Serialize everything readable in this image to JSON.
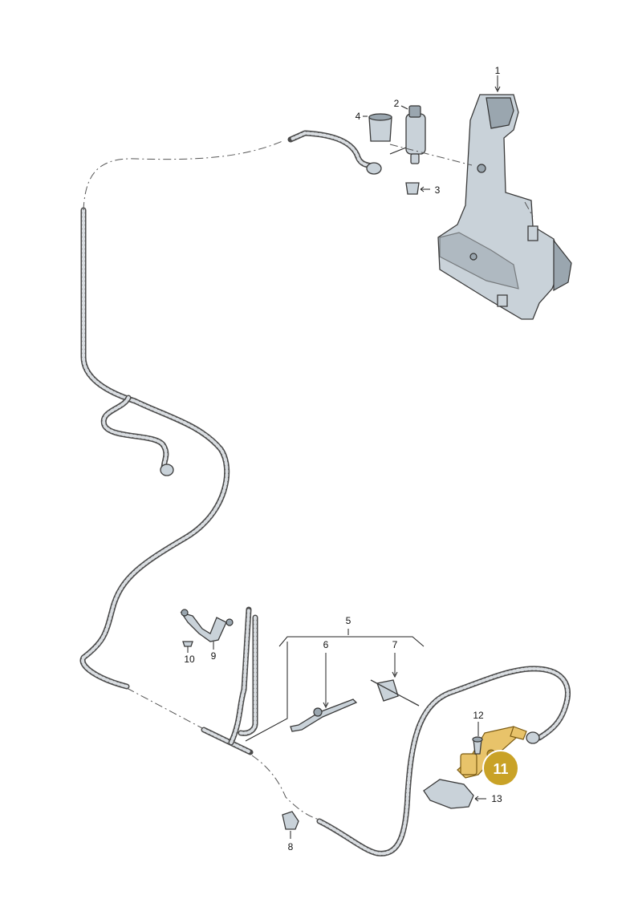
{
  "diagram": {
    "callouts": [
      {
        "id": "c1",
        "label": "1"
      },
      {
        "id": "c2",
        "label": "2"
      },
      {
        "id": "c3",
        "label": "3"
      },
      {
        "id": "c4",
        "label": "4"
      },
      {
        "id": "c5",
        "label": "5"
      },
      {
        "id": "c6",
        "label": "6"
      },
      {
        "id": "c7",
        "label": "7"
      },
      {
        "id": "c8",
        "label": "8"
      },
      {
        "id": "c9",
        "label": "9"
      },
      {
        "id": "c10",
        "label": "10"
      },
      {
        "id": "c12",
        "label": "12"
      },
      {
        "id": "c13",
        "label": "13"
      }
    ],
    "highlight": {
      "label": "11",
      "color": "#c9a227"
    },
    "colors": {
      "hose": "#4a4a4a",
      "part": "#c9d2d9",
      "highlight_part": "#e8c36a"
    }
  }
}
